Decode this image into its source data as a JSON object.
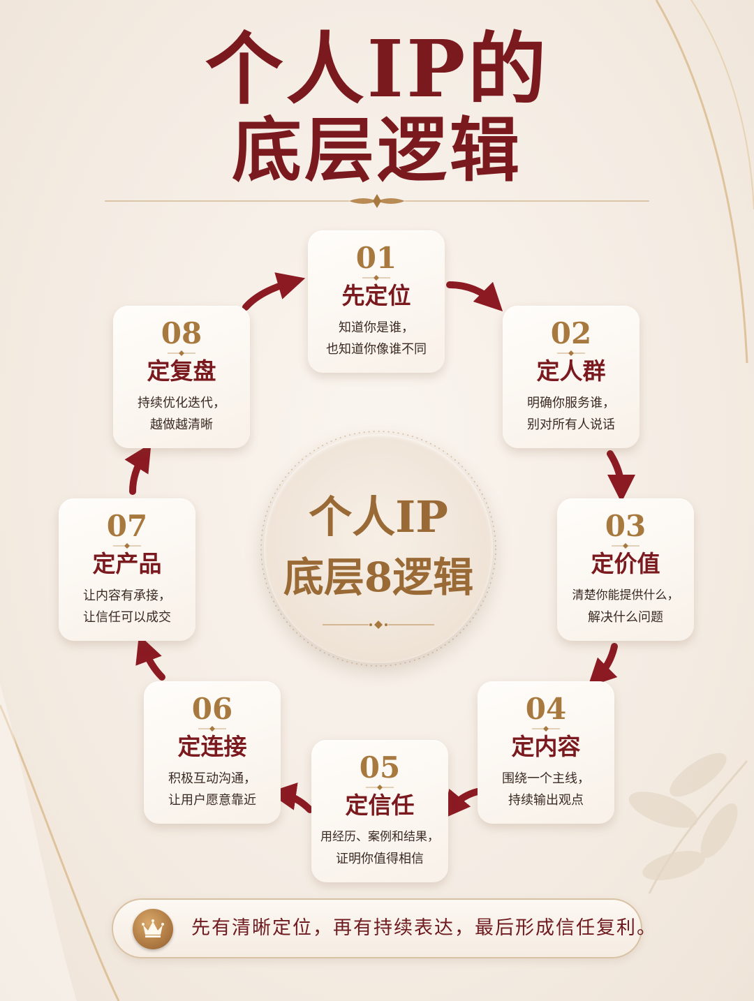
{
  "title": {
    "line1": "个人IP的",
    "line2": "底层逻辑"
  },
  "center": {
    "line1": "个人IP",
    "line2": "底层8逻辑"
  },
  "steps": [
    {
      "num": "01",
      "name": "先定位",
      "desc1": "知道你是谁，",
      "desc2": "也知道你像谁不同"
    },
    {
      "num": "02",
      "name": "定人群",
      "desc1": "明确你服务谁，",
      "desc2": "别对所有人说话"
    },
    {
      "num": "03",
      "name": "定价值",
      "desc1": "清楚你能提供什么，",
      "desc2": "解决什么问题"
    },
    {
      "num": "04",
      "name": "定内容",
      "desc1": "围绕一个主线，",
      "desc2": "持续输出观点"
    },
    {
      "num": "05",
      "name": "定信任",
      "desc1": "用经历、案例和结果，",
      "desc2": "证明你值得相信"
    },
    {
      "num": "06",
      "name": "定连接",
      "desc1": "积极互动沟通，",
      "desc2": "让用户愿意靠近"
    },
    {
      "num": "07",
      "name": "定产品",
      "desc1": "让内容有承接，",
      "desc2": "让信任可以成交"
    },
    {
      "num": "08",
      "name": "定复盘",
      "desc1": "持续优化迭代，",
      "desc2": "越做越清晰"
    }
  ],
  "footer": {
    "text": "先有清晰定位，再有持续表达，最后形成信任复利。"
  },
  "colors": {
    "title_red": "#7a1a1f",
    "gold": "#a8793e",
    "arrow_red": "#8b1a22",
    "background": "#f4ece3"
  },
  "icons": {
    "badge": "crown-icon",
    "arrow": "curved-arrow-icon"
  }
}
